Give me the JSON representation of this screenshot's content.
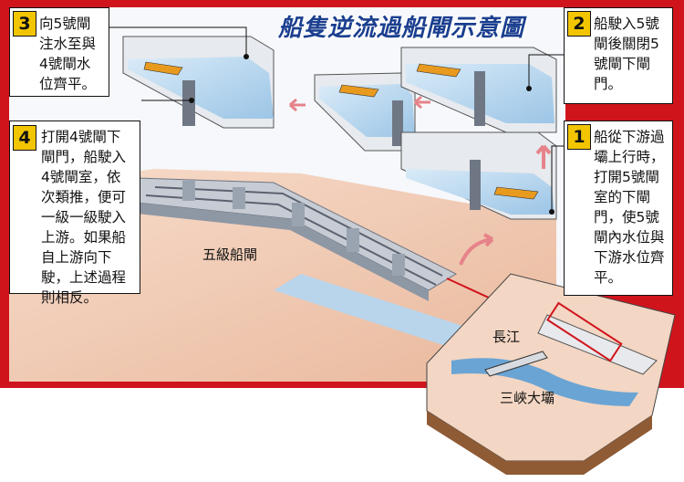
{
  "title": "船隻逆流過船閘示意圖",
  "steps": [
    {
      "number": "1",
      "text": "船從下游過壩上行時，打開5號閘室的下閘門，使5號閘內水位與下游水位齊平。"
    },
    {
      "number": "2",
      "text": "船駛入5號閘後關閉5號閘下閘門。"
    },
    {
      "number": "3",
      "text": "向5號閘注水至與4號閘水位齊平。"
    },
    {
      "number": "4",
      "text": "打開4號閘下閘門，船駛入4號閘室，依次類推，便可一級一級駛入上游。如果船自上游向下駛，上述過程則相反。"
    }
  ],
  "labels": {
    "locks": "五級船閘",
    "river": "長江",
    "dam": "三峽大壩"
  },
  "colors": {
    "frame": "#d0141c",
    "title": "#1b3f8f",
    "badge": "#f2c500",
    "water": "#bcd8ef",
    "ground": "#f0c8b0"
  }
}
